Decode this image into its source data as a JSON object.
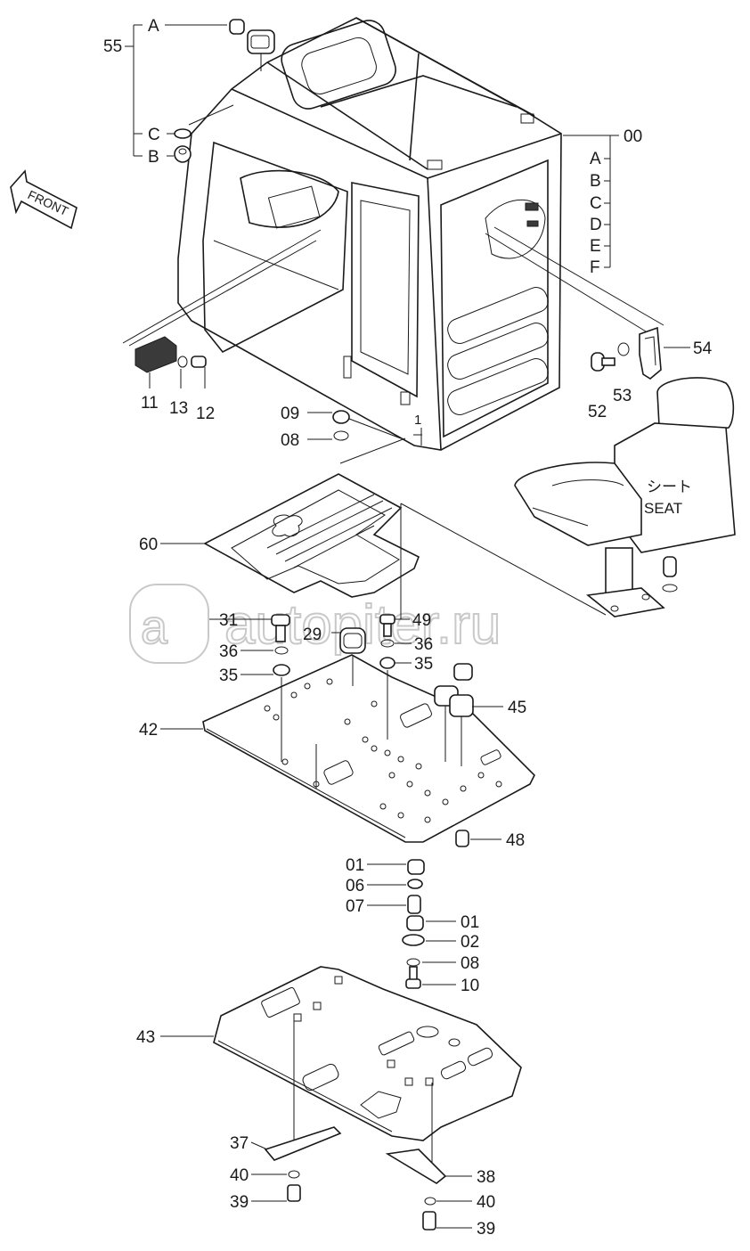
{
  "watermark": "autopiter.ru",
  "front_arrow_label": "FRONT",
  "seat_label_jp": "シート",
  "seat_label_en": "SEAT",
  "callouts": {
    "c55": "55",
    "cA_top": "A",
    "cC_left": "C",
    "cB_left": "B",
    "c00": "00",
    "cA": "A",
    "cB": "B",
    "cC": "C",
    "cD": "D",
    "cE": "E",
    "cF": "F",
    "c54": "54",
    "c53": "53",
    "c52": "52",
    "c11": "11",
    "c13": "13",
    "c12": "12",
    "c09": "09",
    "c08a": "08",
    "c1": "1",
    "c60": "60",
    "c31": "31",
    "c36a": "36",
    "c35a": "35",
    "c29": "29",
    "c49": "49",
    "c36b": "36",
    "c35b": "35",
    "c45": "45",
    "c42": "42",
    "c48": "48",
    "c01a": "01",
    "c06": "06",
    "c07": "07",
    "c01b": "01",
    "c02": "02",
    "c08b": "08",
    "c10": "10",
    "c43": "43",
    "c37": "37",
    "c40a": "40",
    "c39a": "39",
    "c38": "38",
    "c40b": "40",
    "c39b": "39"
  }
}
